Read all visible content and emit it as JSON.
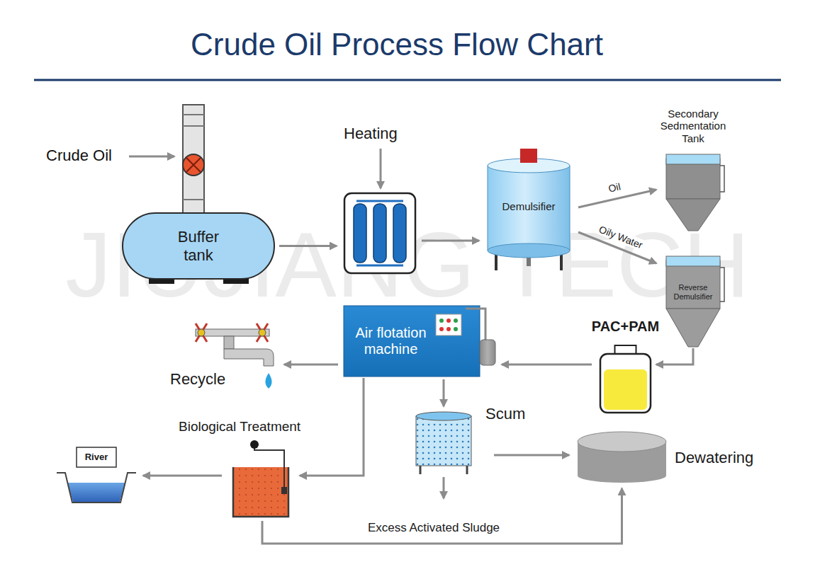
{
  "diagram": {
    "title": "Crude Oil Process Flow Chart",
    "nodes": [
      {
        "text": [
          "Buffer tank"
        ]
      },
      {
        "text": [
          "Heating"
        ]
      },
      {
        "text": [
          "Demulsifier"
        ]
      },
      {
        "text": [
          "Secondary Sedmentation Tank"
        ]
      },
      {
        "text": [
          "Reverse Demulsifier"
        ]
      },
      {
        "text": [
          "PAC+PAM"
        ]
      },
      {
        "text": [
          "Air flotation machine"
        ]
      },
      {
        "text": [
          "Recycle"
        ]
      },
      {
        "text": [
          "Scum"
        ]
      },
      {
        "text": [
          "Dewatering"
        ]
      },
      {
        "text": [
          "Biological Treatment"
        ]
      },
      {
        "text": [
          "River"
        ]
      }
    ],
    "edges": [
      {
        "from": 0,
        "to": 1,
        "arrow": "to"
      },
      {
        "from": 1,
        "to": 2,
        "arrow": "to"
      },
      {
        "from": 2,
        "to": 3,
        "label": "Oil",
        "arrow": "to"
      },
      {
        "from": 2,
        "to": 4,
        "label": "Oily Water",
        "arrow": "to"
      },
      {
        "from": 4,
        "to": 5,
        "arrow": "to"
      },
      {
        "from": 5,
        "to": 6,
        "arrow": "to"
      },
      {
        "from": 6,
        "to": 7,
        "arrow": "to"
      },
      {
        "from": 6,
        "to": 8,
        "arrow": "to"
      },
      {
        "from": 8,
        "to": 9,
        "arrow": "to"
      },
      {
        "from": 6,
        "to": 10,
        "arrow": "to"
      },
      {
        "from": 10,
        "to": 11,
        "arrow": "to"
      },
      {
        "from": 10,
        "to": 9,
        "label": "Excess Activated Sludge",
        "arrow": "to"
      }
    ],
    "labels": [
      "Crude Oil",
      "JIUJIANG TECH"
    ]
  }
}
